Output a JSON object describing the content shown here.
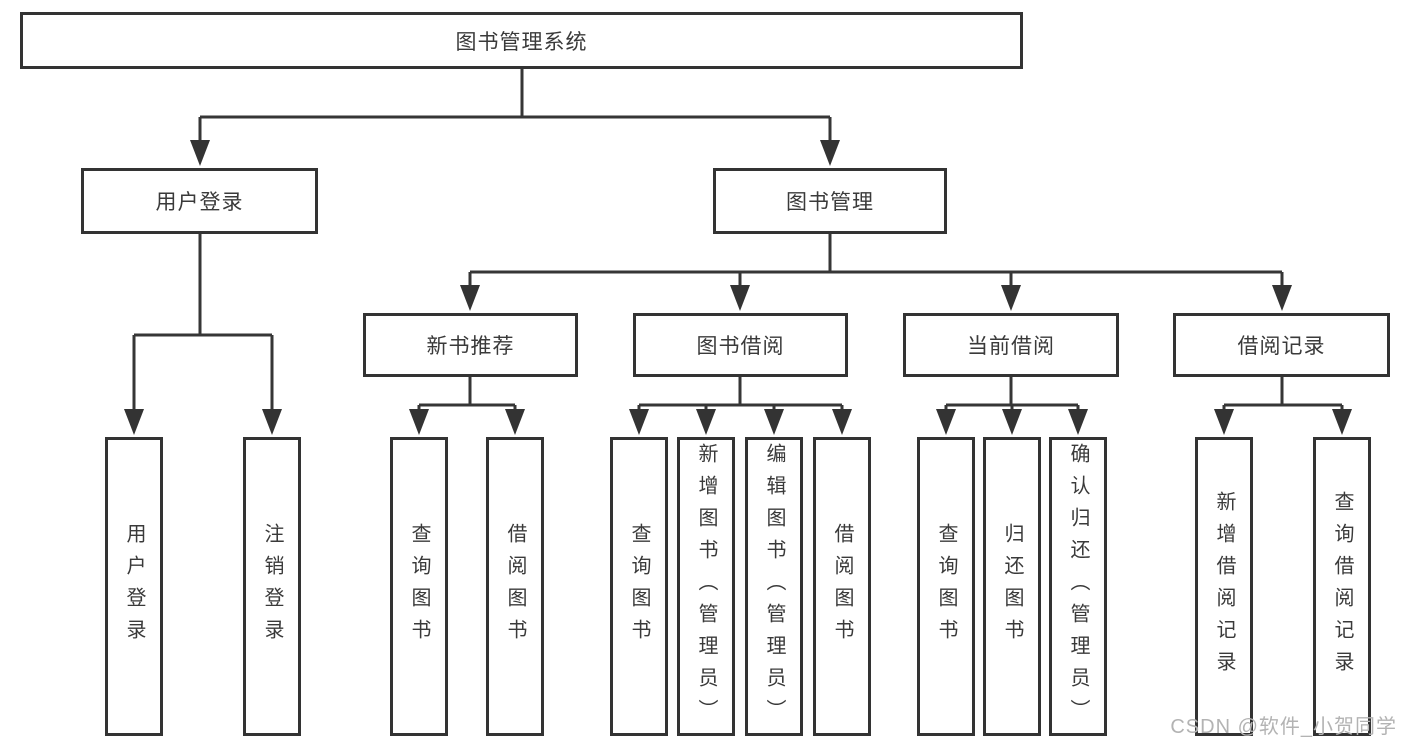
{
  "diagram": {
    "root": {
      "label": "图书管理系统"
    },
    "level2": {
      "user_login": {
        "label": "用户登录"
      },
      "book_mgmt": {
        "label": "图书管理"
      }
    },
    "level3": {
      "new_book_rec": {
        "label": "新书推荐"
      },
      "book_borrow": {
        "label": "图书借阅"
      },
      "current_borrow": {
        "label": "当前借阅"
      },
      "borrow_records": {
        "label": "借阅记录"
      }
    },
    "leaves": {
      "user_login_leaf": {
        "label": "用户登录"
      },
      "logout": {
        "label": "注销登录"
      },
      "nb_query_books": {
        "label": "查询图书"
      },
      "nb_borrow_books": {
        "label": "借阅图书"
      },
      "bb_query_books": {
        "label": "查询图书"
      },
      "bb_add_books": {
        "label": "新增图书（管理员）"
      },
      "bb_edit_books": {
        "label": "编辑图书（管理员）"
      },
      "bb_borrow_books": {
        "label": "借阅图书"
      },
      "cb_query_books": {
        "label": "查询图书"
      },
      "cb_return_books": {
        "label": "归还图书"
      },
      "cb_confirm_return": {
        "label": "确认归还（管理员）"
      },
      "br_add_record": {
        "label": "新增借阅记录"
      },
      "br_query_record": {
        "label": "查询借阅记录"
      }
    }
  },
  "watermark": {
    "text": "CSDN @软件_小贺同学"
  }
}
